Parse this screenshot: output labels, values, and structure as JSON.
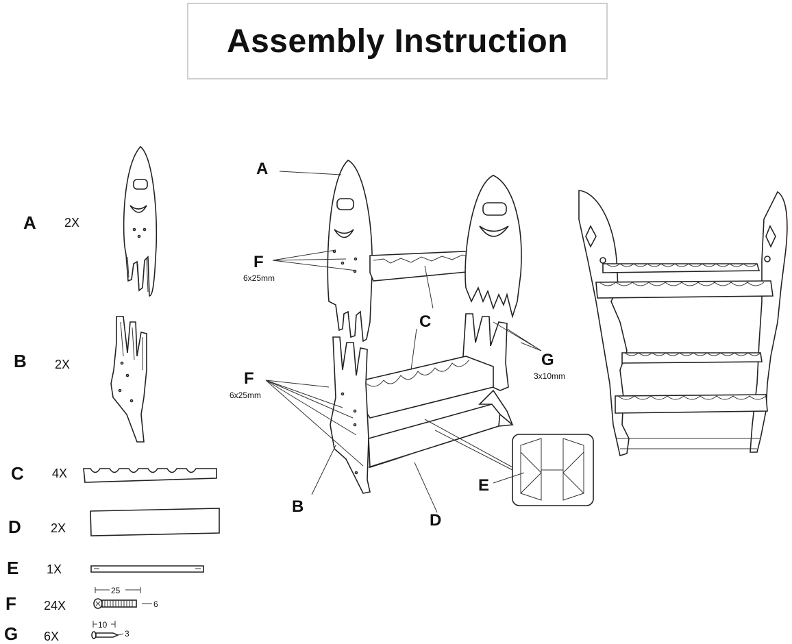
{
  "title": "Assembly Instruction",
  "parts": [
    {
      "letter": "A",
      "count": "2X"
    },
    {
      "letter": "B",
      "count": "2X"
    },
    {
      "letter": "C",
      "count": "4X"
    },
    {
      "letter": "D",
      "count": "2X"
    },
    {
      "letter": "E",
      "count": "1X"
    },
    {
      "letter": "F",
      "count": "24X"
    },
    {
      "letter": "G",
      "count": "6X"
    }
  ],
  "screw_f": {
    "length": "25",
    "diameter": "6"
  },
  "screw_g": {
    "length": "10",
    "diameter": "3"
  },
  "assembly": {
    "label_a": "A",
    "label_b": "B",
    "label_c_top": "C",
    "label_d": "D",
    "label_e": "E",
    "label_f_top": "F",
    "label_f_top_size": "6x25mm",
    "label_f_bottom": "F",
    "label_f_bottom_size": "6x25mm",
    "label_g": "G",
    "label_g_size": "3x10mm"
  }
}
